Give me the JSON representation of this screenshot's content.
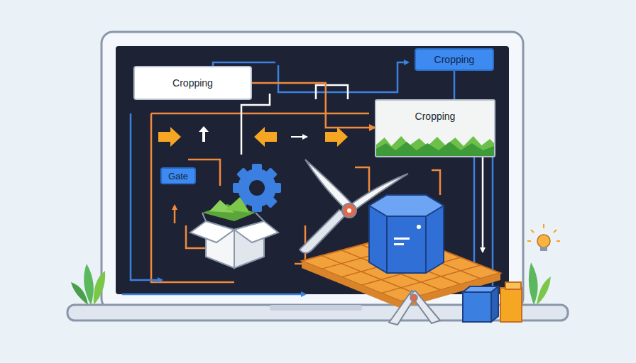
{
  "diagram": {
    "nodes": [
      {
        "text": [
          "Cropping"
        ]
      },
      {
        "text": [
          "Cropping"
        ]
      },
      {
        "text": [
          "Cropping"
        ]
      },
      {
        "text": [
          "Gate"
        ]
      }
    ],
    "edges": [
      {
        "from": 0,
        "to": 2,
        "arrow": "to"
      },
      {
        "from": 1,
        "to": 2,
        "arrow": "none"
      }
    ]
  }
}
